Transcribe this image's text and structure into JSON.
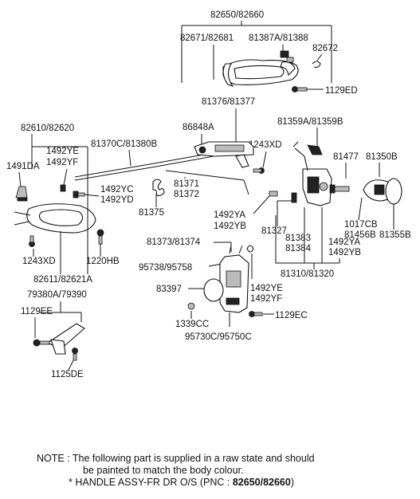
{
  "labels": {
    "l82650": "82650/82660",
    "l82671": "82671/82681",
    "l81387": "81387A/81388",
    "l82672": "82672",
    "l1129ED": "1129ED",
    "l81376": "81376/81377",
    "l81359": "81359A/81359B",
    "l82610": "82610/82620",
    "l86848A": "86848A",
    "l81370C": "81370C/81380B",
    "l1243XD_a": "1243XD",
    "l81477": "81477",
    "l81350B": "81350B",
    "l1492YE_a": "1492YE",
    "l1492YF_a": "1492YF",
    "l1491DA": "1491DA",
    "l1492YC": "1492YC",
    "l1492YD": "1492YD",
    "l81371": "81371",
    "l81372": "81372",
    "l81375": "81375",
    "l1492YA_a": "1492YA",
    "l1492YB_a": "1492YB",
    "l1017CB": "1017CB",
    "l81456B": "81456B",
    "l81355B": "81355B",
    "l81327": "81327",
    "l1243XD_b": "1243XD",
    "l1220HB": "1220HB",
    "l82611": "82611/82621A",
    "l81373": "81373/81374",
    "l81383": "81383",
    "l81384": "81384",
    "l1492YA_b": "1492YA",
    "l1492YB_b": "1492YB",
    "l95738": "95738/95758",
    "l81310": "81310/81320",
    "l83397": "83397",
    "l1492YE_b": "1492YE",
    "l1492YF_b": "1492YF",
    "l79380A": "79380A/79390",
    "l1129EE": "1129EE",
    "l1129EC": "1129EC",
    "l1339CC": "1339CC",
    "l95730C": "95730C/95750C",
    "l1125DE": "1125DE"
  },
  "note": {
    "line1": "NOTE : The following part is supplied in a raw state and should",
    "line2": "be painted to match the body colour.",
    "line3_prefix": "* HANDLE ASSY-FR DR O/S (PNC : ",
    "line3_pnc": "82650/82660",
    "line3_suffix": ")"
  }
}
